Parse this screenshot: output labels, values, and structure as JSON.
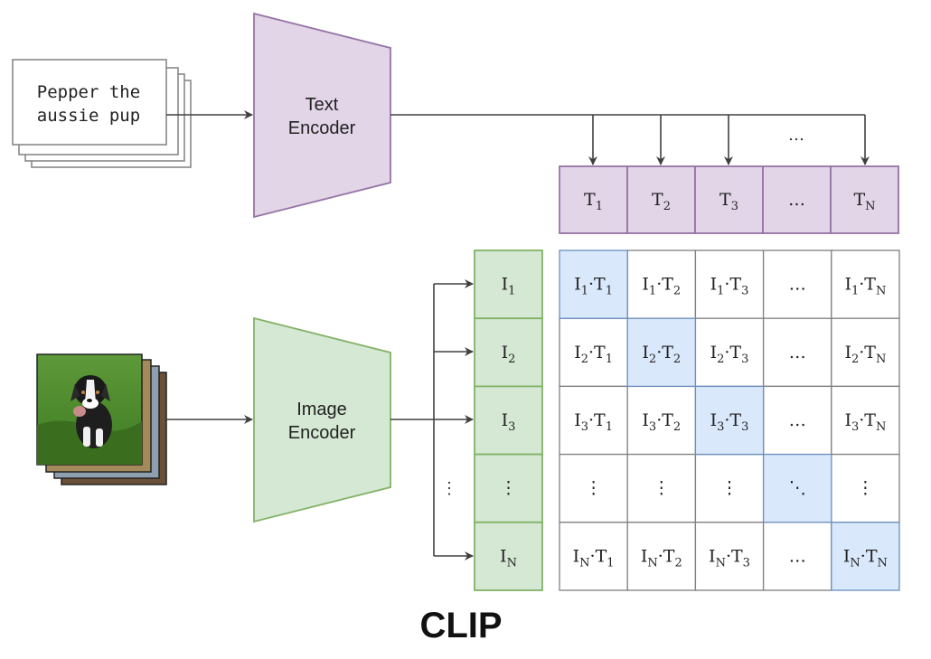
{
  "colors": {
    "text_fill": "#e1d5e7",
    "text_stroke": "#9673a6",
    "image_fill": "#d5e8d4",
    "image_stroke": "#82b366",
    "diag_fill": "#dae8fc",
    "diag_stroke": "#6c8ebf",
    "line": "#404040",
    "grid": "#808080"
  },
  "input_text": {
    "lines": [
      "Pepper the",
      "aussie pup"
    ]
  },
  "text_encoder": {
    "lines": [
      "Text",
      "Encoder"
    ]
  },
  "image_encoder": {
    "lines": [
      "Image",
      "Encoder"
    ]
  },
  "text_embeddings": [
    {
      "base": "T",
      "sub": "1"
    },
    {
      "base": "T",
      "sub": "2"
    },
    {
      "base": "T",
      "sub": "3"
    },
    {
      "base": "…",
      "sub": ""
    },
    {
      "base": "T",
      "sub": "N"
    }
  ],
  "image_embeddings": [
    {
      "base": "I",
      "sub": "1"
    },
    {
      "base": "I",
      "sub": "2"
    },
    {
      "base": "I",
      "sub": "3"
    },
    {
      "base": "⋮",
      "sub": ""
    },
    {
      "base": "I",
      "sub": "N"
    }
  ],
  "arrow_ellipsis": "…",
  "row_ellipsis": "⋮",
  "matrix": {
    "cells": [
      [
        {
          "a": "I",
          "as": "1",
          "b": "T",
          "bs": "1",
          "diag": true
        },
        {
          "a": "I",
          "as": "1",
          "b": "T",
          "bs": "2"
        },
        {
          "a": "I",
          "as": "1",
          "b": "T",
          "bs": "3"
        },
        {
          "text": "…"
        },
        {
          "a": "I",
          "as": "1",
          "b": "T",
          "bs": "N"
        }
      ],
      [
        {
          "a": "I",
          "as": "2",
          "b": "T",
          "bs": "1"
        },
        {
          "a": "I",
          "as": "2",
          "b": "T",
          "bs": "2",
          "diag": true
        },
        {
          "a": "I",
          "as": "2",
          "b": "T",
          "bs": "3"
        },
        {
          "text": "…"
        },
        {
          "a": "I",
          "as": "2",
          "b": "T",
          "bs": "N"
        }
      ],
      [
        {
          "a": "I",
          "as": "3",
          "b": "T",
          "bs": "1"
        },
        {
          "a": "I",
          "as": "3",
          "b": "T",
          "bs": "2"
        },
        {
          "a": "I",
          "as": "3",
          "b": "T",
          "bs": "3",
          "diag": true
        },
        {
          "text": "…"
        },
        {
          "a": "I",
          "as": "3",
          "b": "T",
          "bs": "N"
        }
      ],
      [
        {
          "text": "⋮"
        },
        {
          "text": "⋮"
        },
        {
          "text": "⋮"
        },
        {
          "text": "⋱",
          "diag": true
        },
        {
          "text": "⋮"
        }
      ],
      [
        {
          "a": "I",
          "as": "N",
          "b": "T",
          "bs": "1"
        },
        {
          "a": "I",
          "as": "N",
          "b": "T",
          "bs": "2"
        },
        {
          "a": "I",
          "as": "N",
          "b": "T",
          "bs": "3"
        },
        {
          "text": "…"
        },
        {
          "a": "I",
          "as": "N",
          "b": "T",
          "bs": "N",
          "diag": true
        }
      ]
    ]
  },
  "caption": "CLIP"
}
